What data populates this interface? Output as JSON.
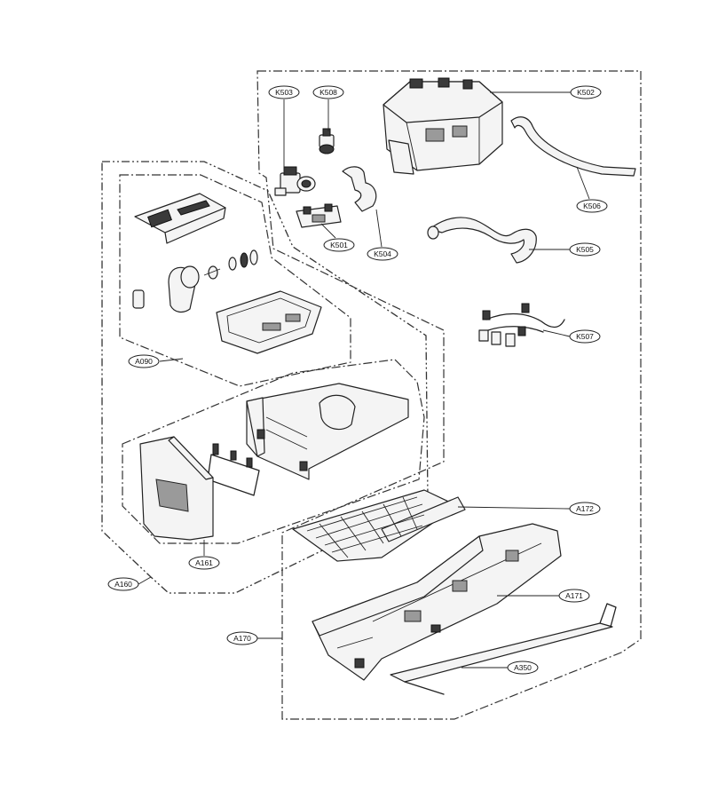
{
  "labels": {
    "k503": "K503",
    "k508": "K508",
    "k502": "K502",
    "k506": "K506",
    "k501": "K501",
    "k504": "K504",
    "k505": "K505",
    "k507": "K507",
    "a090": "A090",
    "a161": "A161",
    "a160": "A160",
    "a172": "A172",
    "a171": "A171",
    "a170": "A170",
    "a350": "A350"
  }
}
